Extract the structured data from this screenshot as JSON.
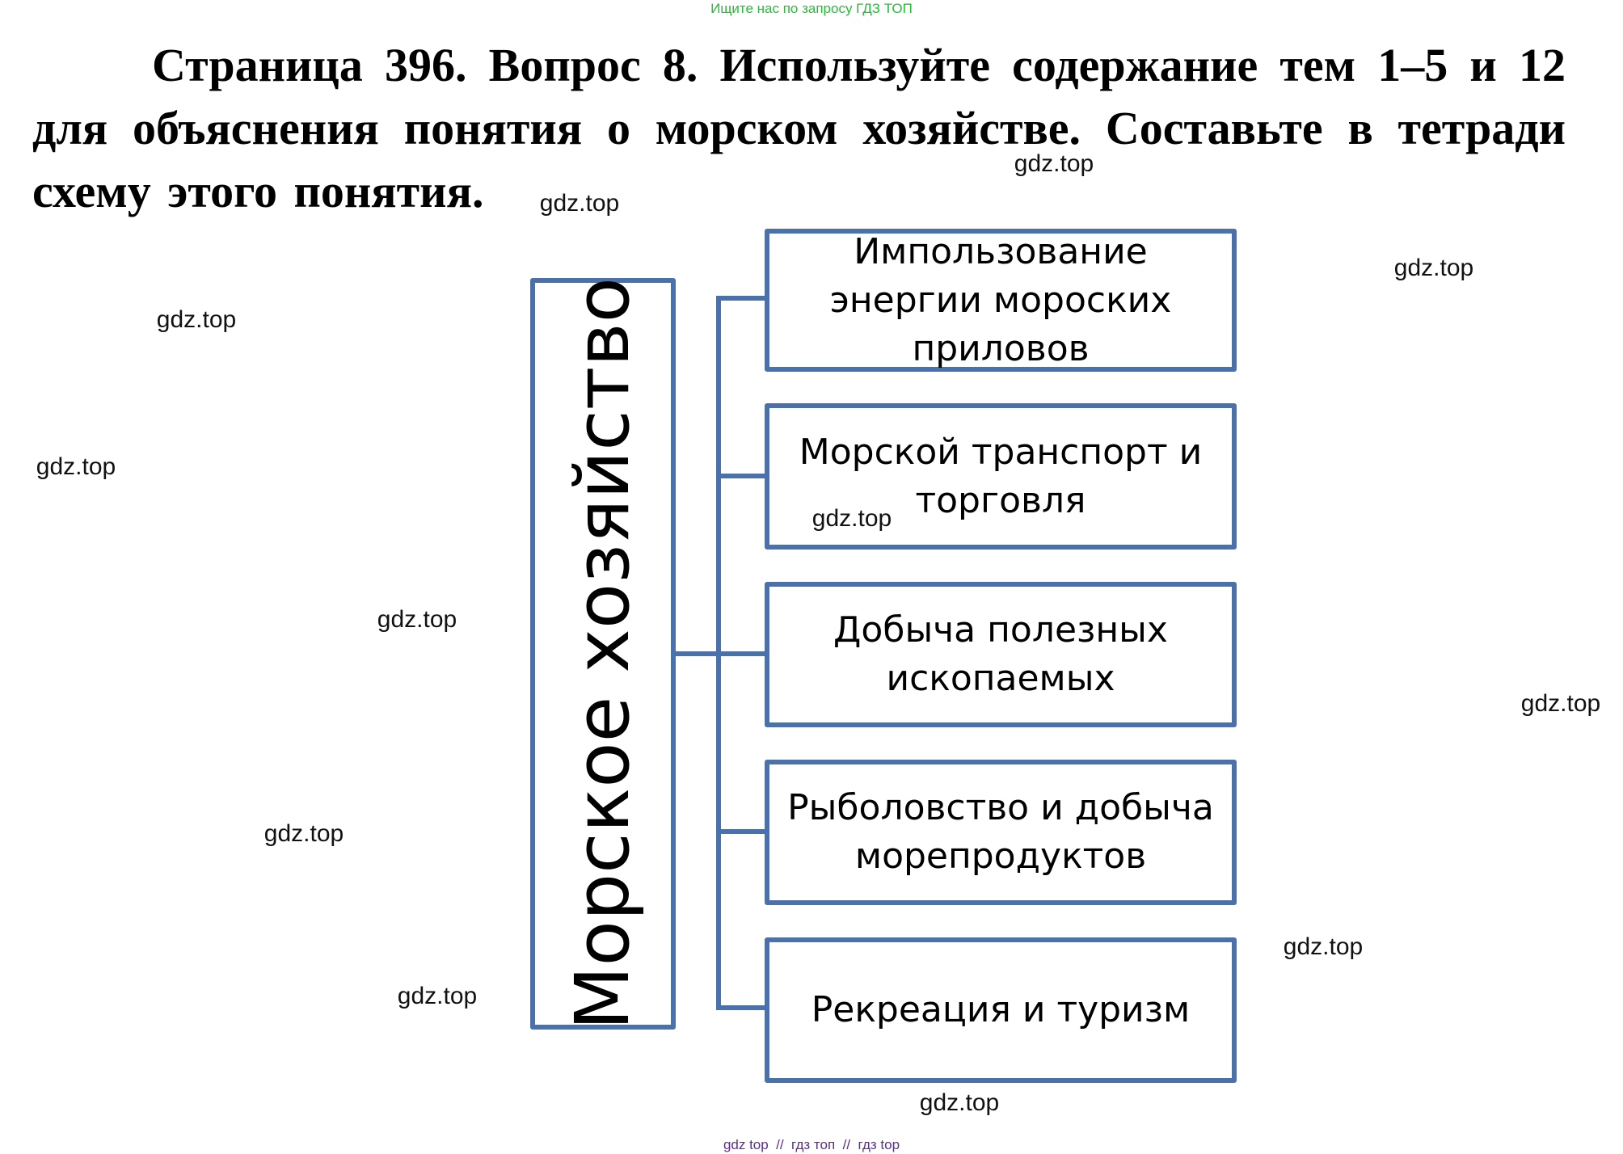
{
  "top_hint": "Ищите нас по запросу ГДЗ ТОП",
  "question": {
    "text": "Страница 396. Вопрос 8. Используйте содержание тем 1–5 и 12 для объяснения понятия о морском хозяйстве. Составьте в тетради схему этого понятия."
  },
  "diagram": {
    "root": "Морское хозяйство",
    "branches": [
      {
        "label": "Импользование энергии мороских приловов"
      },
      {
        "label": "Морской транспорт и торговля"
      },
      {
        "label": "Добыча полезных ископаемых"
      },
      {
        "label": "Рыболовство и добыча морепродуктов"
      },
      {
        "label": "Рекреация и туризм"
      }
    ],
    "colors": {
      "border": "#4a71aa",
      "text": "#000000"
    }
  },
  "watermarks": [
    "gdz.top",
    "gdz.top",
    "gdz.top",
    "gdz.top",
    "gdz.top",
    "gdz.top",
    "gdz.top",
    "gdz.top",
    "gdz.top",
    "gdz.top",
    "gdz.top",
    "gdz.top"
  ],
  "footer": "gdz top  //  гдз топ  //  гдз top",
  "colors": {
    "top_hint": "#22c032",
    "footer": "#5a2d91"
  }
}
